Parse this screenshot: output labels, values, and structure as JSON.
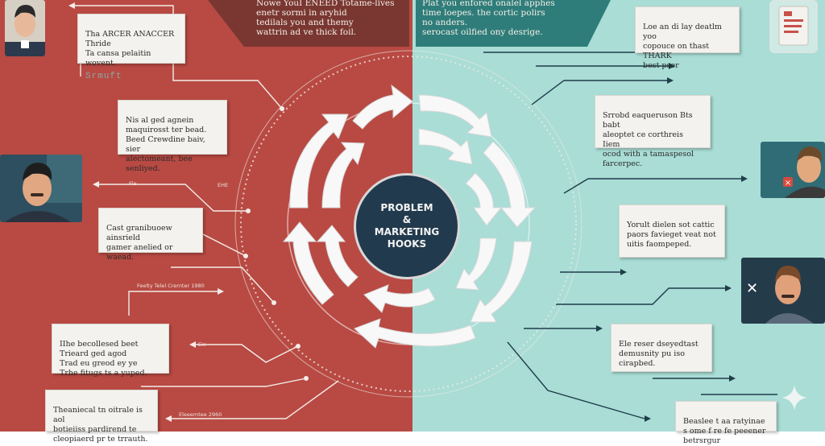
{
  "title": {
    "line1": "PROBLEM",
    "line2": "&",
    "line3": "MARKETING",
    "line4": "HOOKS"
  },
  "banners": {
    "left": "Nowe YouI ENEED Totame-lives\nenetr sormi in aryhid\ntedilals you and themy\nwattrin ad ve thick foil.",
    "right": "Plat you enfored onalel apphes\ntime loepes. the cortic polirs\nno anders.\nserocast oilfied ony desrige."
  },
  "cards_left": [
    {
      "text": "Tha ARCER ANACCER Thride\nTa cansa pelaitin wovent.",
      "sub": "Srmuft"
    },
    {
      "text": "Nis al ged agnein\nmaquirosst ter bead.\nBeed Crewdine baiv, sier\nalectomeant, bee\nsenliyed."
    },
    {
      "text": "Cast granibuoew ainsrield\ngamer anelied or waead."
    },
    {
      "text": "IIhe becollesed beet\nTrieard ged agod\nTrad eu greod ey ye\nTrhe fitugs ts a yuped."
    },
    {
      "text": "Theaniecal tn oitrale is aol\nbotieiiss pardirend  te\ncleopiaerd pr te trrauth."
    }
  ],
  "cards_right": [
    {
      "text": "Loe an di lay deatlm yoo\ncopouce on thast THARK\nbest psor"
    },
    {
      "text": "Srrobd eaqueruson Bts babt\naleoptet ce corthreis Iiem\nocod with a tamaspesol\nfarcerpec."
    },
    {
      "text": "Yorult dielen sot cattic\npaors favieget veat not\nuitis faompeped."
    },
    {
      "text": "Ele reser dseyedtast\ndemusnity pu iso\ncirapbed."
    },
    {
      "text": "Beaslee t aa ratyinae\ns ome f re fe peeener\nbetrsrgur"
    }
  ],
  "small_labels": {
    "l1": "Fle",
    "l2": "EHE",
    "l3": "Feelty Telel Crernter 1980",
    "l4": "Eie",
    "l5": "Eleeemtee 2960"
  },
  "colors": {
    "left_bg": "#b84a43",
    "right_bg": "#a9ddd6",
    "center": "#223a4d",
    "card": "#f4f2ee"
  },
  "icons": {
    "arrows": "circular-arrows-icon",
    "close": "close-x-icon",
    "sparkle": "sparkle-icon"
  }
}
